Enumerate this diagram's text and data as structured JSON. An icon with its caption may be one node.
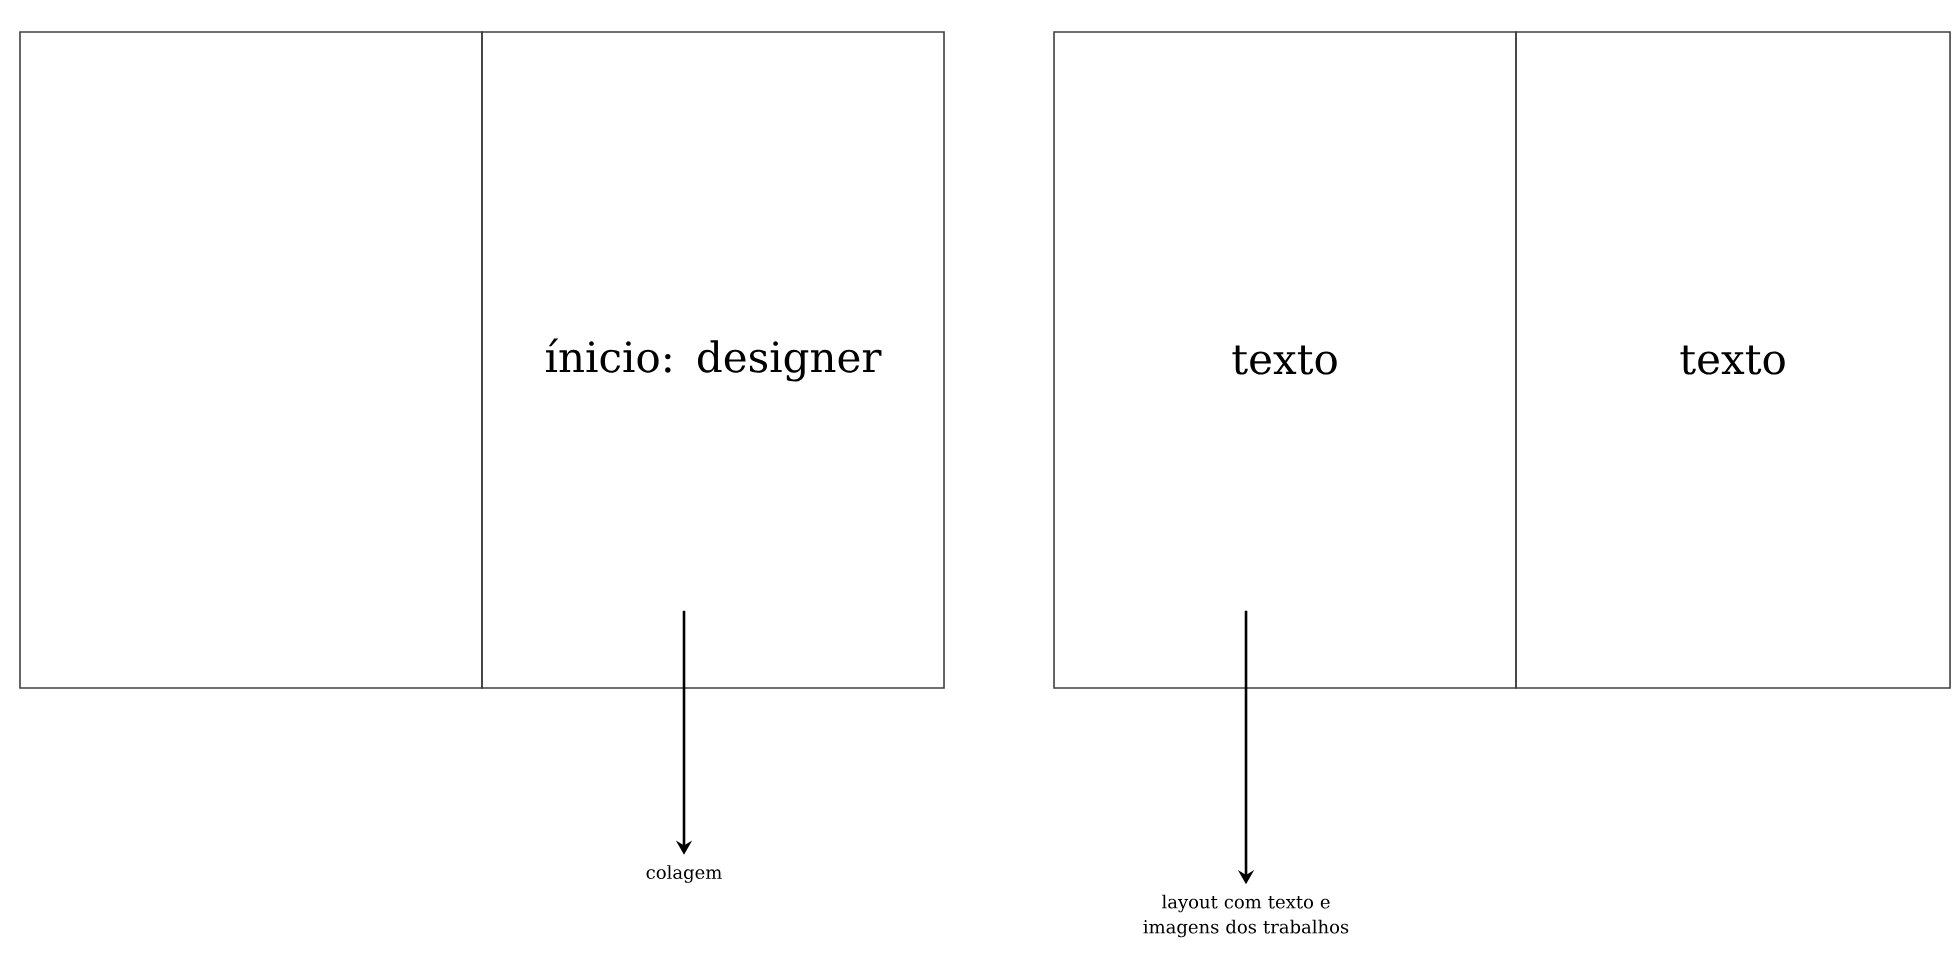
{
  "diagram": {
    "nodes": [
      {
        "text": [],
        "shape": "box"
      },
      {
        "text": [
          "ínicio: designer"
        ]
      },
      {
        "text": [
          "texto"
        ]
      },
      {
        "text": [
          "texto"
        ]
      },
      {
        "text": [
          "colagem"
        ]
      },
      {
        "text": [
          "layout com texto e imagens dos trabalhos"
        ]
      }
    ],
    "edges": [
      {
        "from": 1,
        "to": 4,
        "arrow": "to"
      },
      {
        "from": 2,
        "to": 5,
        "arrow": "to"
      }
    ]
  }
}
